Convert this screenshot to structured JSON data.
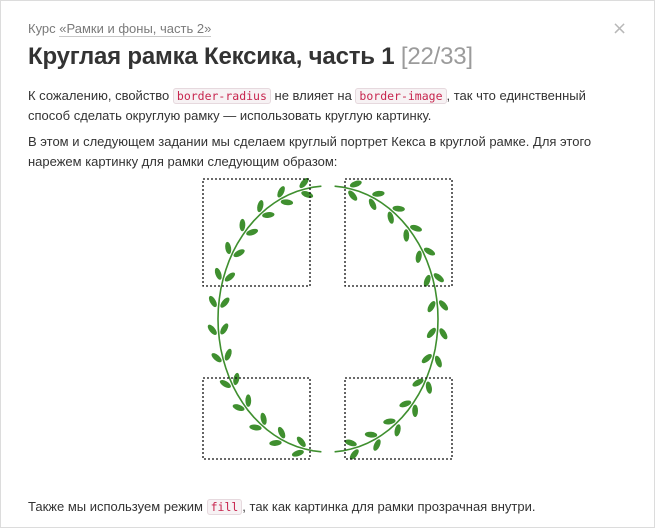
{
  "breadcrumb": {
    "prefix": "Курс ",
    "link": "«Рамки и фоны, часть 2»"
  },
  "header": {
    "title": "Круглая рамка Кексика, часть 1",
    "progress": "[22/33]"
  },
  "close_icon": "close-icon",
  "paragraphs": {
    "p1": {
      "t1": "К сожалению, свойство ",
      "c1": "border-radius",
      "t2": " не влияет на ",
      "c2": "border-image",
      "t3": ", так что единственный способ сделать округлую рамку — использовать круглую картинку."
    },
    "p2": "В этом и следующем задании мы сделаем круглый портрет Кекса в круглой рамке. Для этого нарежем картинку для рамки следующим образом:",
    "p3": {
      "t1": "Также мы используем режим ",
      "c1": "fill",
      "t2": ", так как картинка для рамки прозрачная внутри."
    }
  },
  "colors": {
    "wreath": "#3f8f2f",
    "title": "#333333",
    "progress": "#9b9b9b",
    "code_text": "#c7254e",
    "slice_lines": "#111111"
  }
}
